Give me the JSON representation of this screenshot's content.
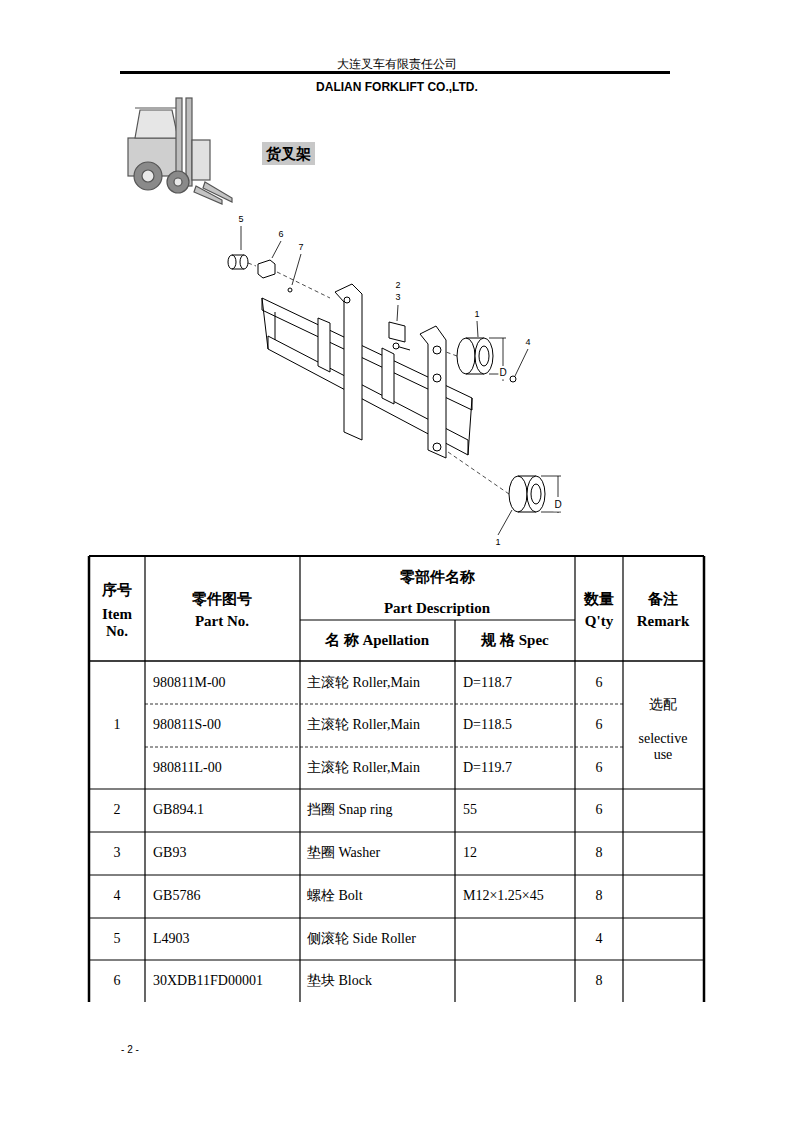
{
  "diagram": {
    "title": "货叉架",
    "labels": [
      "大连叉车有限责任公司",
      "DALIAN FORKLIFT CO.,LTD.",
      "5",
      "6",
      "7",
      "2",
      "3",
      "1",
      "4",
      "D",
      "D",
      "1",
      "序号",
      "Item No.",
      "零件图号",
      "Part No.",
      "零部件名称",
      "Part Description",
      "名 称 Apellation",
      "规 格 Spec",
      "数量",
      "Q'ty",
      "备注",
      "Remark",
      "1",
      "980811M-00",
      "主滚轮 Roller,Main",
      "D=118.7",
      "6",
      "980811S-00",
      "主滚轮 Roller,Main",
      "D=118.5",
      "6",
      "980811L-00",
      "主滚轮 Roller,Main",
      "D=119.7",
      "6",
      "选配",
      "selective use",
      "2",
      "GB894.1",
      "挡圈 Snap ring",
      "55",
      "6",
      "3",
      "GB93",
      "垫圈 Washer",
      "12",
      "8",
      "4",
      "GB5786",
      "螺栓 Bolt",
      "M12×1.25×45",
      "8",
      "5",
      "L4903",
      "侧滚轮 Side Roller",
      "4",
      "6",
      "30XDB11FD00001",
      "垫块 Block",
      "8",
      "- 2 -"
    ]
  }
}
